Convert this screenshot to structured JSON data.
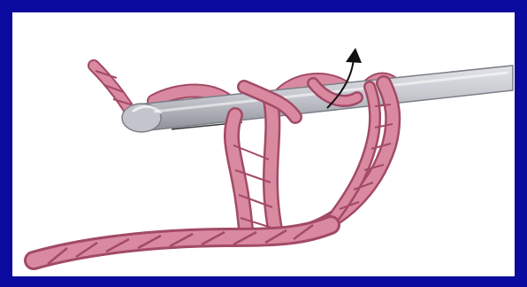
{
  "illustration": {
    "background_color": "#ffffff",
    "frame_color": "#0a0a9e",
    "hook_color": "#c4c5cc",
    "hook_shadow_color": "#8d8f98",
    "yarn_color": "#d98aa0",
    "yarn_shadow_color": "#a24a66",
    "arrow_color": "#111111",
    "objects": [
      "crochet-hook",
      "yarn-loops",
      "yarn-chain",
      "direction-arrow"
    ]
  }
}
